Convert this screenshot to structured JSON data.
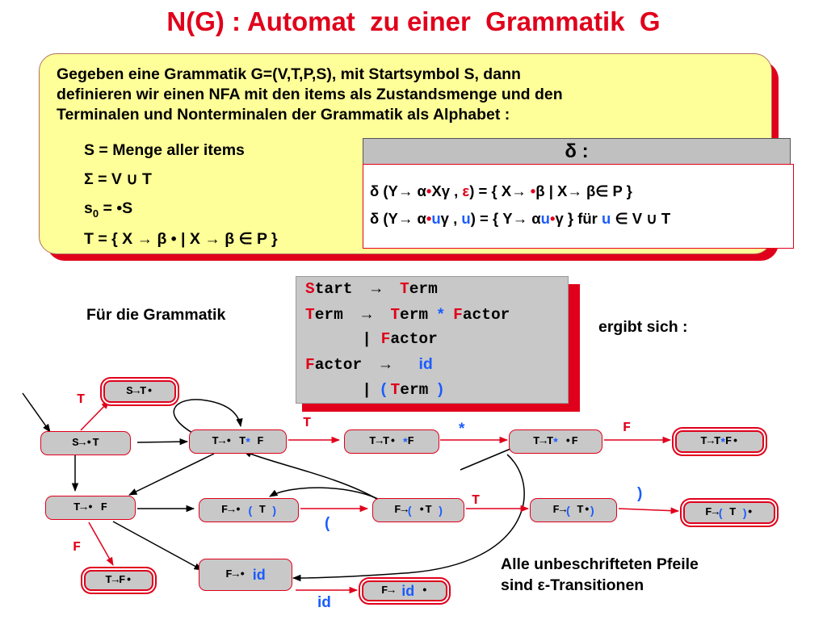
{
  "title": "N(G) : Automat  zu einer  Grammatik  G",
  "definition": {
    "intro_line1": "Gegeben eine Grammatik  G=(V,T,P,S), mit Startsymbol S, dann",
    "intro_line2": "definieren wir einen NFA  mit den items als Zustandsmenge und den",
    "intro_line3": "Terminalen und Nonterminalen der Grammatik als Alphabet :",
    "states": "S = Menge aller items",
    "alphabet": "Σ = V ∪ T",
    "start_pre": "s",
    "start_sub": "0",
    "start_post": " = •S",
    "finals": "T = {  X → β •  |   X → β ∈ P }"
  },
  "delta": {
    "head": "δ :",
    "r1_a": "δ (Y→ α",
    "r1_dot": "•",
    "r1_b": "Xγ , ",
    "r1_eps": "ε",
    "r1_c": ") = { X→ ",
    "r1_dot2": "•",
    "r1_d": "β  |  X→ β∈ P }",
    "r2_a": "δ (Y→ α",
    "r2_dot": "•",
    "r2_u": "u",
    "r2_b": "γ , ",
    "r2_u2": "u",
    "r2_c": ") = { Y→ α",
    "r2_u3": "u",
    "r2_dot2": "•",
    "r2_d": "γ } für ",
    "r2_u4": "u",
    "r2_e": " ∈ V ∪ T"
  },
  "grammar_intro": "Für die Grammatik",
  "grammar_result": "ergibt sich :",
  "grammar": {
    "l1_S": "S",
    "l1_rest": "tart  →  ",
    "l1_T": "T",
    "l1_end": "erm",
    "l2_T": "T",
    "l2_a": "erm  →  ",
    "l2_T2": "T",
    "l2_b": "erm ",
    "l2_star": "*",
    "l2_sp": " ",
    "l2_F": "F",
    "l2_c": "actor",
    "l3_bar": "      | ",
    "l3_F": "F",
    "l3_rest": "actor",
    "l4_F": "F",
    "l4_a": "actor  →   ",
    "l4_id": "id",
    "l5_bar": "      | ",
    "l5_open": "( ",
    "l5_T": "T",
    "l5_erm": "erm ",
    "l5_close": ")"
  },
  "nodes": {
    "n_s_t_end": "S→T•",
    "n_s_dot_t": "S→•T",
    "n_t_dot_tf": [
      "T→• T",
      "*",
      " F"
    ],
    "n_t_t_dot": [
      "T→T• ",
      "*",
      "F"
    ],
    "n_t_t_star": [
      "T→T",
      "*",
      " •F"
    ],
    "n_t_tf_end": [
      "T→T",
      "*",
      "F•"
    ],
    "n_t_dot_f": "T→• F",
    "n_f_dot_paren": [
      "F→• ",
      "(",
      " T ",
      ")"
    ],
    "n_f_paren_dot_t": [
      "F→",
      "(",
      " •T ",
      ")"
    ],
    "n_f_paren_t_dot": [
      "F→",
      "(",
      " T•",
      ")"
    ],
    "n_f_paren_end": [
      "F→",
      "(",
      " T ",
      ")",
      "•"
    ],
    "n_t_f_end": "T→F•",
    "n_f_dot_id": [
      "F→• ",
      "id"
    ],
    "n_f_id_end": [
      "F→ ",
      "id",
      " •"
    ]
  },
  "labels": {
    "t1": "T",
    "t2": "T",
    "t3": "T",
    "star": "*",
    "f1": "F",
    "f2": "F",
    "close": ")",
    "open": "(",
    "id": "id"
  },
  "note_line1": "Alle unbeschrifteten Pfeile",
  "note_line2a": "sind ",
  "note_eps": "ε",
  "note_line2b": "-Transitionen",
  "colors": {
    "accent": "#e0001b",
    "blue": "#1a5cff",
    "box": "#ffff99",
    "node": "#c8c8c8"
  }
}
